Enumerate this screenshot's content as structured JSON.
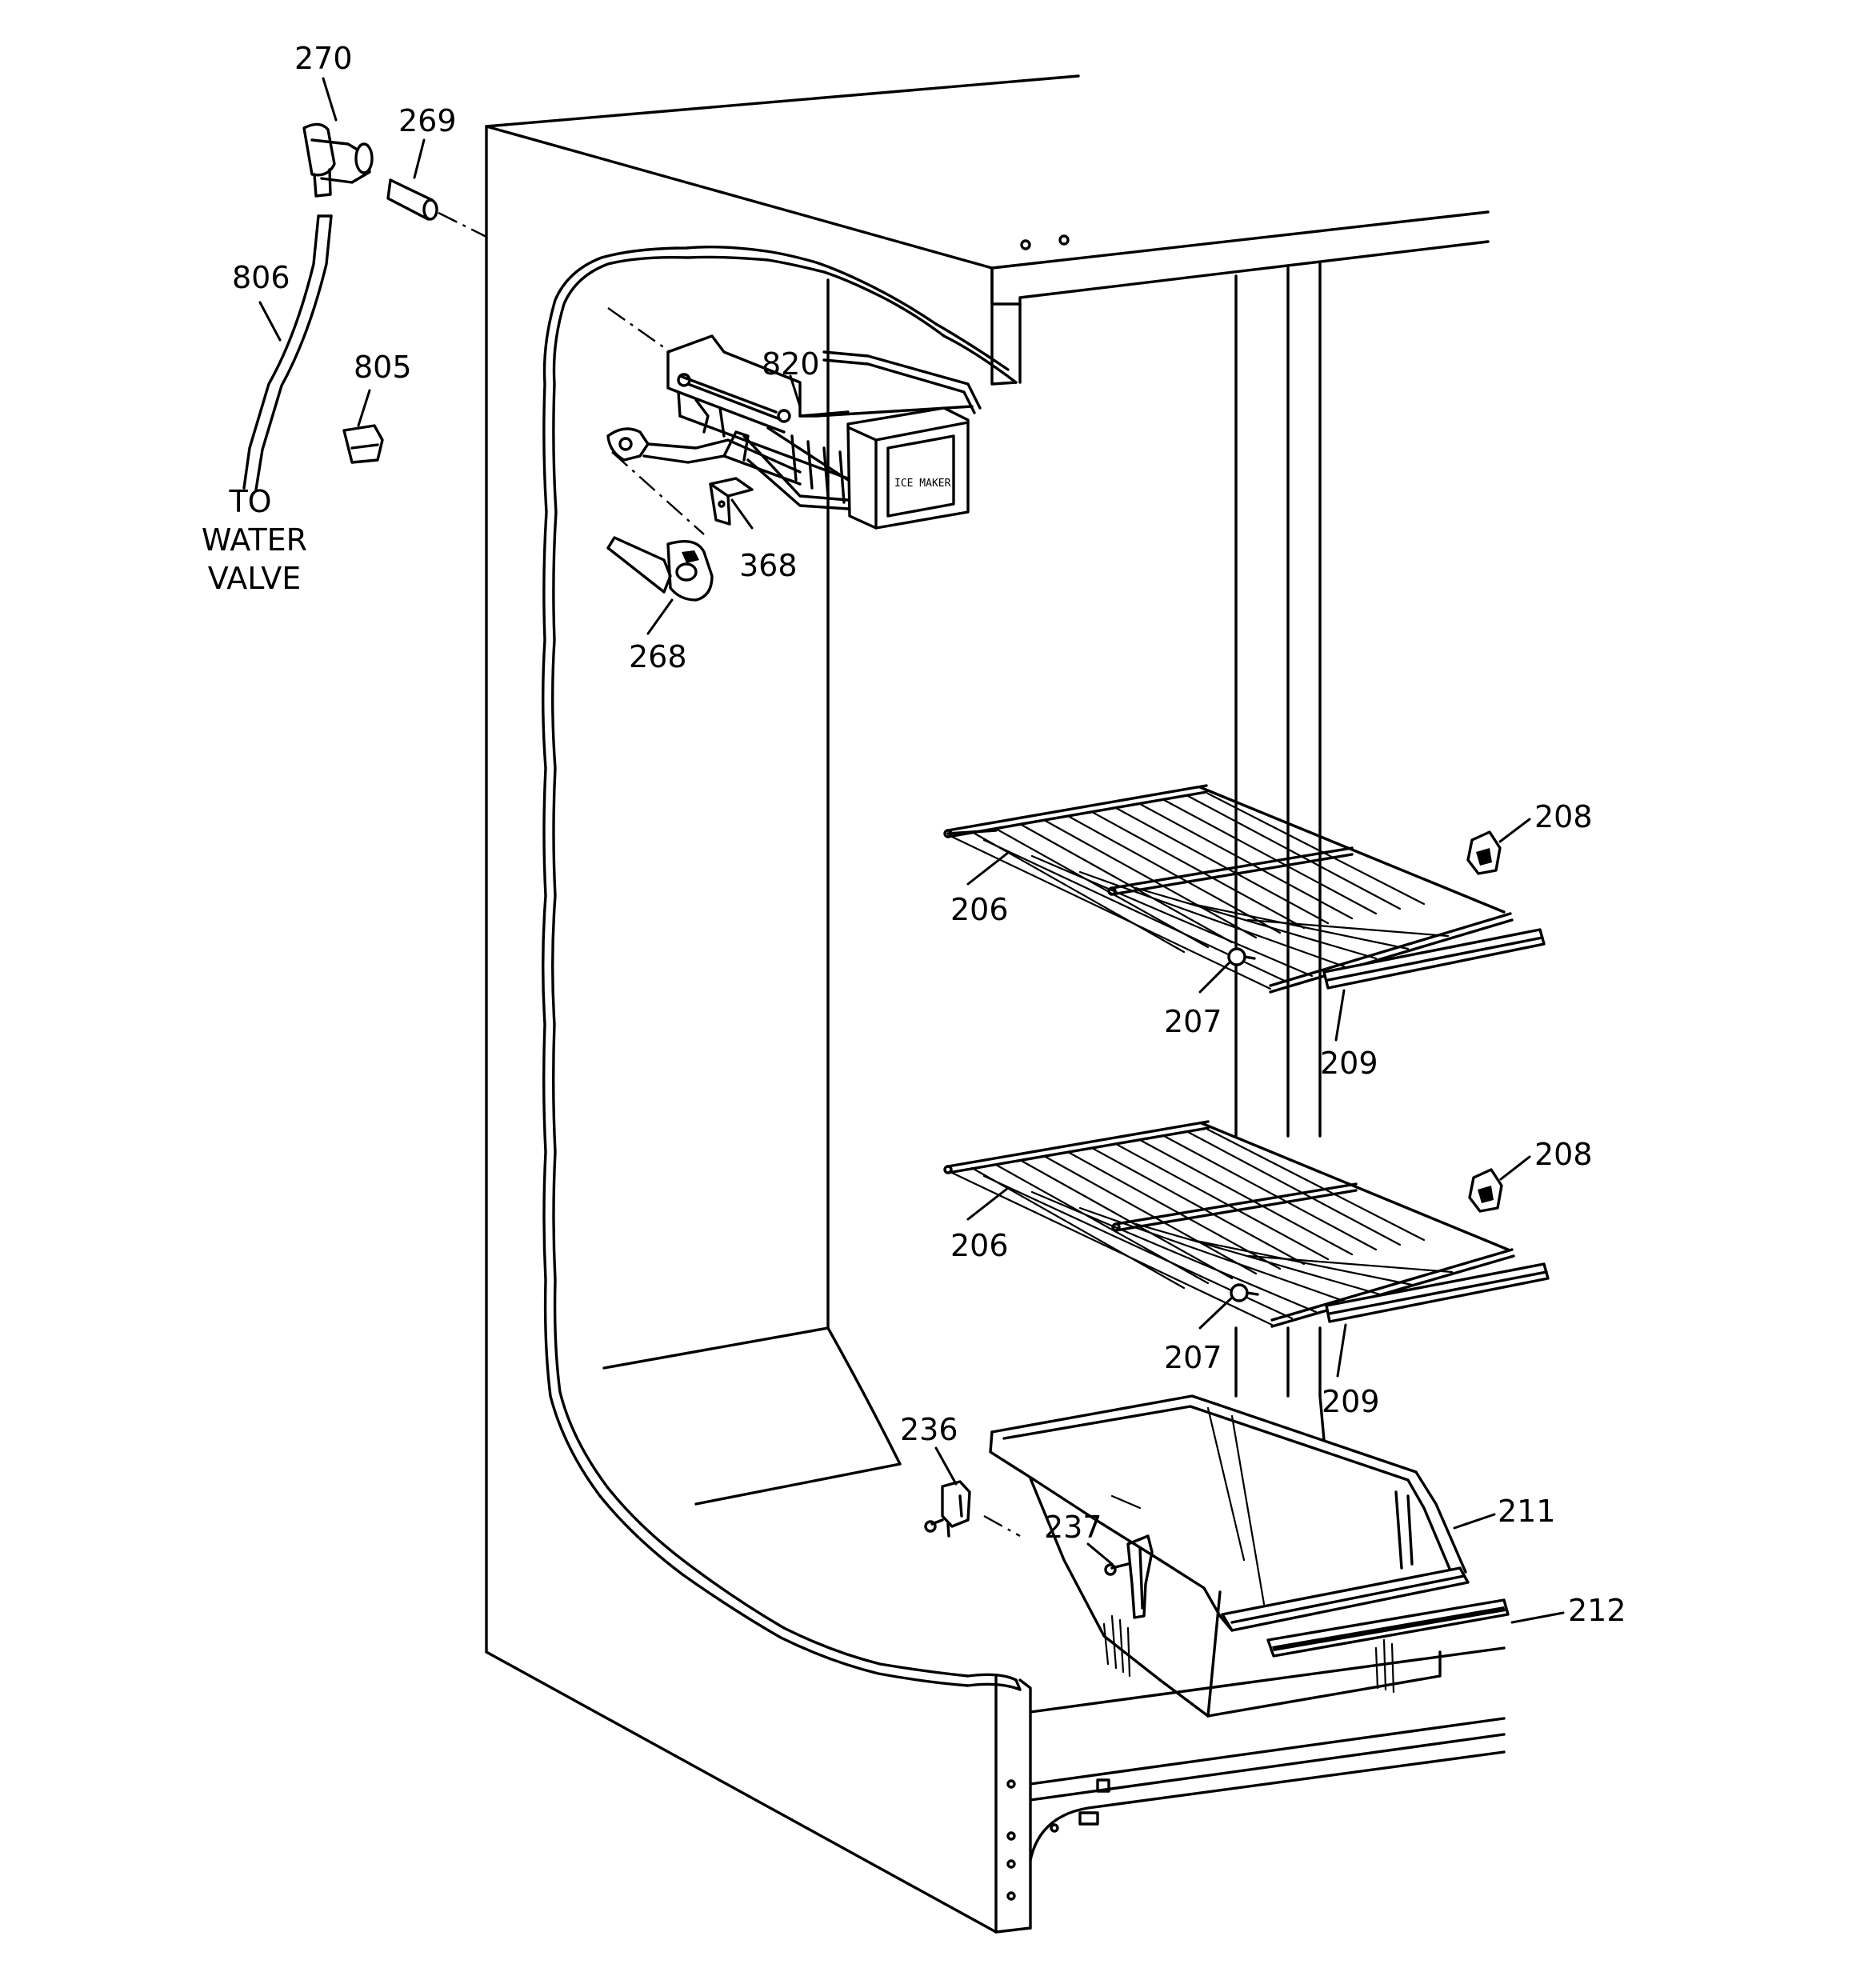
{
  "labels": {
    "p270": "270",
    "p269": "269",
    "p806": "806",
    "p805": "805",
    "p820": "820",
    "p368": "368",
    "p268": "268",
    "p208a": "208",
    "p206a": "206",
    "p207a": "207",
    "p209a": "209",
    "p208b": "208",
    "p206b": "206",
    "p207b": "207",
    "p209b": "209",
    "p236": "236",
    "p237": "237",
    "p211": "211",
    "p212": "212"
  },
  "note": {
    "line1": "TO",
    "line2": "WATER",
    "line3": "VALVE"
  },
  "icemaker_face": "ICE MAKER"
}
